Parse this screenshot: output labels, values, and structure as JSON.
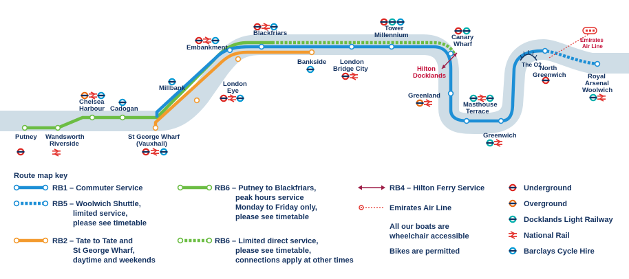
{
  "colors": {
    "river": "#cfdde6",
    "rb1": "#1d8fd6",
    "rb2": "#f39a2e",
    "rb6": "#6cbd44",
    "rb4": "#9d1f48",
    "emirates": "#e3342f",
    "navy": "#13315f",
    "underground": "#dc241f",
    "overground": "#e86a10",
    "dlr": "#00afad",
    "national_rail": "#e3342f",
    "cycle_hire": "#0098d4"
  },
  "piers": {
    "putney": "Putney",
    "wandsworth": [
      "Wandsworth",
      "Riverside"
    ],
    "chelsea": [
      "Chelsea",
      "Harbour"
    ],
    "cadogan": "Cadogan",
    "st_george": [
      "St George Wharf",
      "(Vauxhall)"
    ],
    "millbank": "Millbank",
    "embankment": "Embankment",
    "london_eye": [
      "London",
      "Eye"
    ],
    "blackfriars": "Blackfriars",
    "bankside": "Bankside",
    "london_bridge": [
      "London",
      "Bridge City"
    ],
    "tower": [
      "Tower",
      "Millennium"
    ],
    "canary": [
      "Canary",
      "Wharf"
    ],
    "hilton": [
      "Hilton",
      "Docklands"
    ],
    "greenland": "Greenland",
    "masthouse": [
      "Masthouse",
      "Terrace"
    ],
    "greenwich": "Greenwich",
    "o2": "The O2",
    "north_greenwich": [
      "North",
      "Greenwich"
    ],
    "emirates": [
      "Emirates",
      "Air Line"
    ],
    "royal_arsenal": [
      "Royal",
      "Arsenal",
      "Woolwich"
    ]
  },
  "key": {
    "title": "Route map key",
    "rb1": "RB1 – Commuter Service",
    "rb5": [
      "RB5 – Woolwich Shuttle,",
      "limited service,",
      "please see timetable"
    ],
    "rb2": [
      "RB2 – Tate to Tate and",
      "St George Wharf,",
      "daytime and weekends"
    ],
    "rb6": [
      "RB6 – Putney to Blackfriars,",
      "peak hours service",
      "Monday to Friday only,",
      "please see timetable"
    ],
    "rb6_direct": [
      "RB6 – Limited direct service,",
      "please see timetable,",
      "connections apply at other times"
    ],
    "rb4": "RB4 – Hilton Ferry Service",
    "emirates": "Emirates Air Line",
    "accessible": [
      "All our boats are",
      "wheelchair accessible"
    ],
    "bikes": "Bikes are permitted",
    "underground": "Underground",
    "overground": "Overground",
    "dlr": "Docklands Light Railway",
    "national_rail": "National Rail",
    "cycle_hire": "Barclays Cycle Hire"
  }
}
